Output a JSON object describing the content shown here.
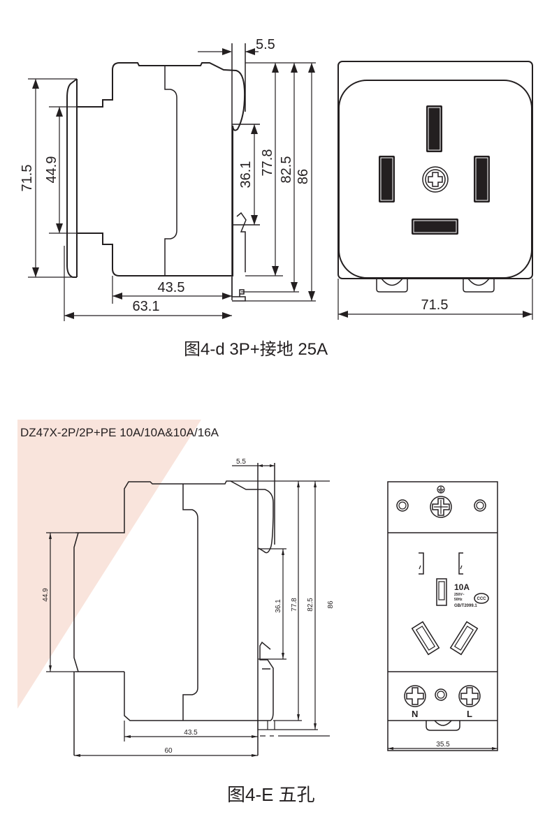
{
  "figure_top": {
    "caption": "图4-d 3P+接地  25A",
    "side_view": {
      "dimensions": {
        "height_outer": "71.5",
        "rail_height": "44.9",
        "gap_top": "5.5",
        "clip_span": "36.1",
        "body_height": "77.8",
        "height_mid": "82.5",
        "height_total": "86",
        "depth_body": "43.5",
        "depth_total": "63.1"
      }
    },
    "front_view": {
      "socket_type": "3P+PE four-hole socket",
      "dimensions": {
        "width": "71.5"
      }
    }
  },
  "figure_bottom": {
    "model_label": "DZ47X-2P/2P+PE   10A/10A&10A/16A",
    "caption": "图4-E 五孔",
    "accent_color": "#f9e4dc",
    "side_view": {
      "dimensions": {
        "gap_top": "5.5",
        "rail_height": "44.9",
        "clip_span": "36.1",
        "body_height": "77.8",
        "height_mid": "82.5",
        "height_total": "86",
        "depth_body": "43.5",
        "depth_total": "60"
      }
    },
    "front_view": {
      "rating_label": "10A",
      "spec_line1": "250V~",
      "spec_line2": "50Hz",
      "standard": "GB/T2099.1",
      "cert_mark": "CCC",
      "terminal_left": "N",
      "terminal_right": "L",
      "dimensions": {
        "width": "35.5"
      }
    }
  }
}
